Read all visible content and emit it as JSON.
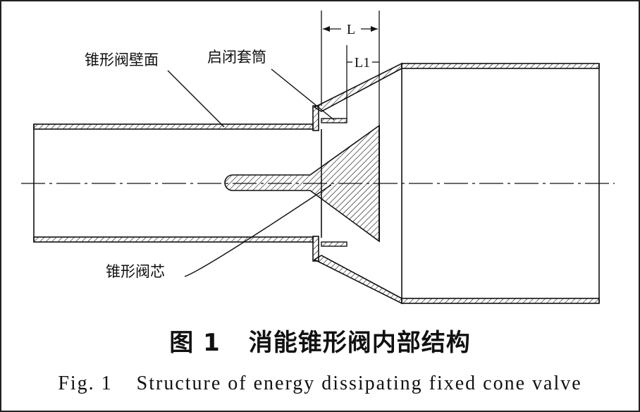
{
  "labels": {
    "wall": "锥形阀壁面",
    "sleeve": "启闭套筒",
    "core": "锥形阀芯",
    "dim_l": "L",
    "dim_l1": "L1"
  },
  "caption": {
    "cn_fig": "图 1",
    "cn_title": "消能锥形阀内部结构",
    "en_fig": "Fig. 1",
    "en_title": "Structure of energy dissipating fixed cone valve"
  }
}
